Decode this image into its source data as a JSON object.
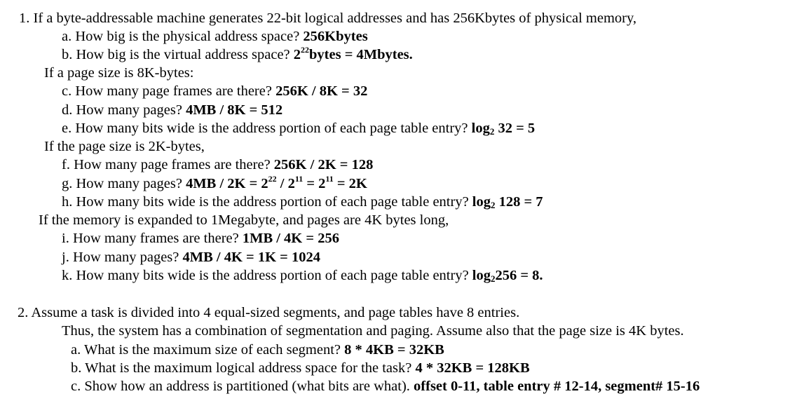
{
  "problem1": {
    "intro": "1. If a byte-addressable machine generates 22-bit logical addresses and has 256Kbytes of physical memory,",
    "a_q": "a. How big is the physical address space? ",
    "a_ans": "256Kbytes",
    "b_q": "b. How big is the virtual address space? ",
    "b_ans_base": "2",
    "b_ans_exp": "22",
    "b_ans_rest": "bytes = 4Mbytes.",
    "cond1": "If a page size is 8K-bytes:",
    "c_q": "c. How many page frames are there? ",
    "c_ans": "256K / 8K = 32",
    "d_q": "d. How many pages? ",
    "d_ans": "4MB / 8K = 512",
    "e_q": "e. How many bits wide is the address portion of each page table entry? ",
    "e_ans_log": "log",
    "e_ans_sub": "2",
    "e_ans_rest": " 32 = 5",
    "cond2": "If the page size is 2K-bytes,",
    "f_q": "f. How many page frames are there? ",
    "f_ans": "256K / 2K = 128",
    "g_q": "g. How many pages? ",
    "g_ans_1": "4MB / 2K = 2",
    "g_ans_1_exp": "22",
    "g_ans_2": " / 2",
    "g_ans_2_exp": "11",
    "g_ans_3": " = 2",
    "g_ans_3_exp": "11",
    "g_ans_4": " = 2K",
    "h_q": "h. How many bits wide is the address portion of each page table entry? ",
    "h_ans_log": "log",
    "h_ans_sub": "2",
    "h_ans_rest": " 128 = 7",
    "cond3": "If the memory is expanded to 1Megabyte, and pages are 4K bytes long,",
    "i_q": "i. How many frames are there? ",
    "i_ans": "1MB / 4K = 256",
    "j_q": "j. How many pages? ",
    "j_ans": "4MB / 4K = 1K = 1024",
    "k_q": "k. How many bits wide is the address portion of each page table entry? ",
    "k_ans_log": "log",
    "k_ans_sub": "2",
    "k_ans_rest": "256 = 8."
  },
  "problem2": {
    "intro": "2.  Assume a task is divided into 4 equal-sized segments, and page tables have 8 entries.",
    "intro2": "Thus, the system has a combination of segmentation and paging. Assume also that the page size is 4K bytes.",
    "a_q": "a. What is the maximum size of each segment? ",
    "a_ans": "8 * 4KB = 32KB",
    "b_q": "b. What is the maximum logical address space for the task? ",
    "b_ans": "4 * 32KB = 128KB",
    "c_q": "c. Show how an address is partitioned (what bits are what).  ",
    "c_ans": "offset 0-11, table entry # 12-14, segment# 15-16"
  }
}
